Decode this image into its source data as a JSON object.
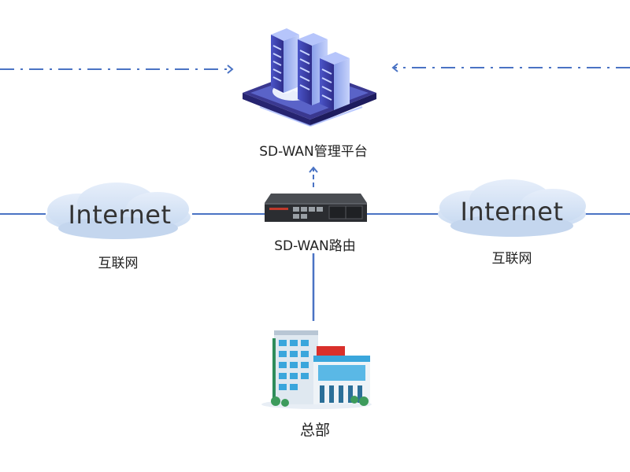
{
  "diagram": {
    "management_platform": {
      "label": "SD-WAN管理平台"
    },
    "router": {
      "label": "SD-WAN路由"
    },
    "cloud_left": {
      "text": "Internet",
      "label": "互联网"
    },
    "cloud_right": {
      "text": "Internet",
      "label": "互联网"
    },
    "headquarters": {
      "label": "总部"
    }
  },
  "colors": {
    "line": "#4a73c4",
    "cloud_fill": "#d6e4f5",
    "cloud_edge": "#b7cde8",
    "server_dark": "#2f2d8f",
    "server_light": "#6c7fd8",
    "building_blue": "#3aa6dc",
    "building_red": "#d9302b"
  }
}
